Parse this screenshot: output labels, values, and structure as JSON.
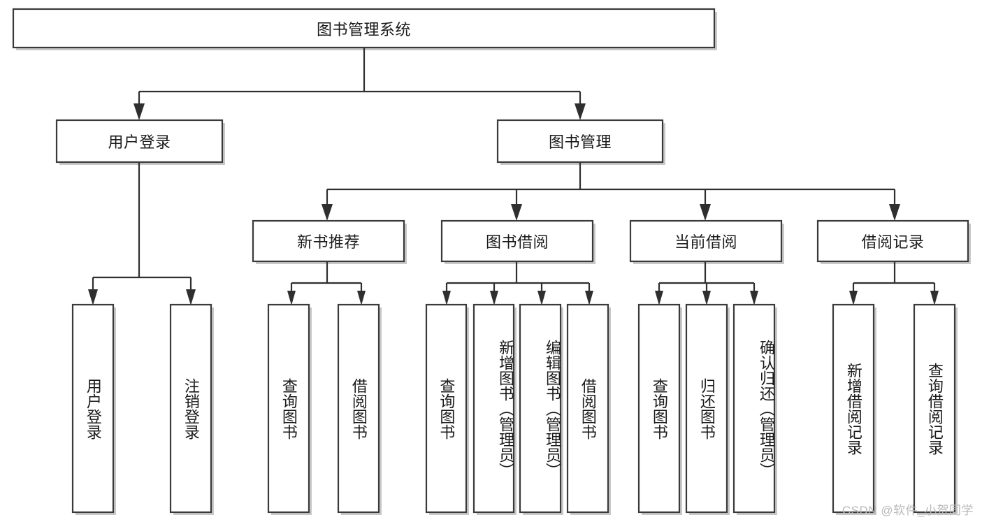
{
  "diagram": {
    "type": "hierarchy-tree",
    "title": "图书管理系统",
    "watermark": "CSDN @软件_小贺同学",
    "colors": {
      "box_stroke": "#3a3a3a",
      "box_fill": "#ffffff",
      "connector": "#2f2f2f",
      "text": "#1a1a1a",
      "watermark": "#b9b9b9",
      "background": "#ffffff"
    },
    "nodes": {
      "root": {
        "label": "图书管理系统",
        "level": 0,
        "orientation": "horizontal"
      },
      "level1": [
        {
          "id": "user-login",
          "label": "用户登录",
          "orientation": "horizontal"
        },
        {
          "id": "book-management",
          "label": "图书管理",
          "orientation": "horizontal"
        }
      ],
      "level2": [
        {
          "id": "new-book-recommend",
          "label": "新书推荐",
          "orientation": "horizontal",
          "parent": "book-management"
        },
        {
          "id": "book-borrow",
          "label": "图书借阅",
          "orientation": "horizontal",
          "parent": "book-management"
        },
        {
          "id": "current-borrow",
          "label": "当前借阅",
          "orientation": "horizontal",
          "parent": "book-management"
        },
        {
          "id": "borrow-record",
          "label": "借阅记录",
          "orientation": "horizontal",
          "parent": "book-management"
        }
      ],
      "leaves": [
        {
          "id": "leaf-user-login",
          "label": "用户登录",
          "parent": "user-login",
          "orientation": "vertical"
        },
        {
          "id": "leaf-user-logout",
          "label": "注销登录",
          "parent": "user-login",
          "orientation": "vertical"
        },
        {
          "id": "leaf-query-book-1",
          "label": "查询图书",
          "parent": "new-book-recommend",
          "orientation": "vertical"
        },
        {
          "id": "leaf-borrow-book-1",
          "label": "借阅图书",
          "parent": "new-book-recommend",
          "orientation": "vertical"
        },
        {
          "id": "leaf-query-book-2",
          "label": "查询图书",
          "parent": "book-borrow",
          "orientation": "vertical"
        },
        {
          "id": "leaf-add-book",
          "label": "新增图书（管理员）",
          "parent": "book-borrow",
          "orientation": "vertical"
        },
        {
          "id": "leaf-edit-book",
          "label": "编辑图书（管理员）",
          "parent": "book-borrow",
          "orientation": "vertical"
        },
        {
          "id": "leaf-borrow-book-2",
          "label": "借阅图书",
          "parent": "book-borrow",
          "orientation": "vertical"
        },
        {
          "id": "leaf-query-book-3",
          "label": "查询图书",
          "parent": "current-borrow",
          "orientation": "vertical"
        },
        {
          "id": "leaf-return-book",
          "label": "归还图书",
          "parent": "current-borrow",
          "orientation": "vertical"
        },
        {
          "id": "leaf-confirm-return",
          "label": "确认归还（管理员）",
          "parent": "current-borrow",
          "orientation": "vertical"
        },
        {
          "id": "leaf-add-record",
          "label": "新增借阅记录",
          "parent": "borrow-record",
          "orientation": "vertical"
        },
        {
          "id": "leaf-query-record",
          "label": "查询借阅记录",
          "parent": "borrow-record",
          "orientation": "vertical"
        }
      ]
    }
  }
}
